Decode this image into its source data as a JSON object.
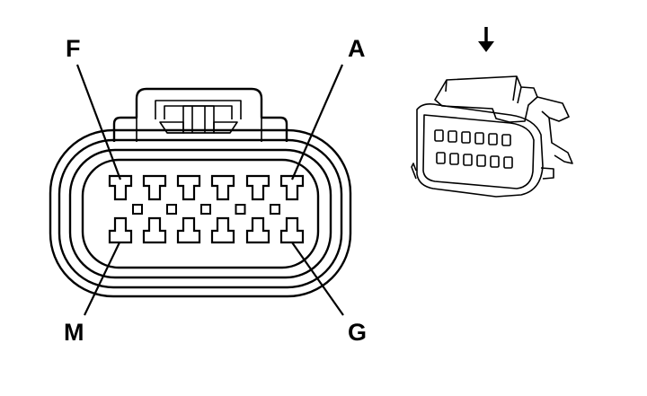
{
  "pin_labels": {
    "top_left": "F",
    "top_right": "A",
    "bottom_left": "M",
    "bottom_right": "G"
  },
  "connector": {
    "top_row_cavities": 6,
    "bottom_row_cavities": 6,
    "polarization_keys": 5
  },
  "view_indicator": {
    "icon": "arrow-down-icon"
  },
  "colors": {
    "line": "#000000",
    "background": "#ffffff"
  }
}
